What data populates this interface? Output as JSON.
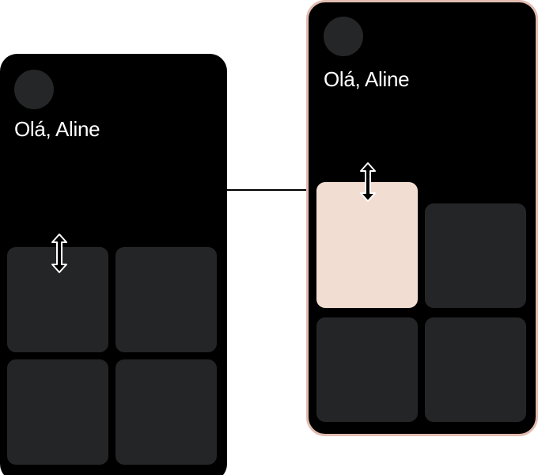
{
  "screens": [
    {
      "id": "left",
      "greeting": "Olá, Aline",
      "avatar_color": "#252628",
      "tile_color": "#242527"
    },
    {
      "id": "right",
      "greeting": "Olá, Aline",
      "avatar_color": "#252628",
      "tile_color": "#242527",
      "highlight_tile_color": "#f2ddd3",
      "border_color": "#e2bcb1"
    }
  ],
  "icons": {
    "resize": "vertical-resize-arrow-icon"
  },
  "colors": {
    "screen_background": "#000000",
    "page_background": "#ffffff",
    "connector": "#000000"
  }
}
